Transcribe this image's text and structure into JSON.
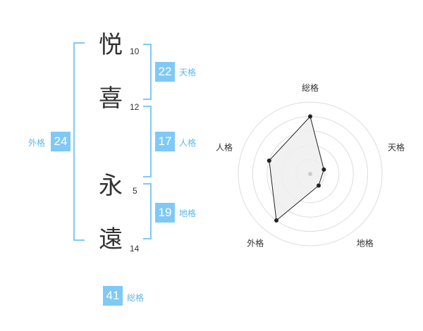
{
  "name_chars": [
    {
      "char": "悦",
      "strokes": "10"
    },
    {
      "char": "喜",
      "strokes": "12"
    },
    {
      "char": "永",
      "strokes": "5"
    },
    {
      "char": "遠",
      "strokes": "14"
    }
  ],
  "kaku": {
    "tenkaku": {
      "value": "22",
      "label": "天格"
    },
    "jinkaku": {
      "value": "17",
      "label": "人格"
    },
    "chikaku": {
      "value": "19",
      "label": "地格"
    },
    "gaikaku": {
      "value": "24",
      "label": "外格"
    },
    "soukaku": {
      "value": "41",
      "label": "総格"
    }
  },
  "colors": {
    "accent": "#7fc9f6",
    "label": "#5bb8ee",
    "text": "#333333"
  },
  "chart_data": {
    "type": "radar",
    "axes": [
      "総格",
      "天格",
      "地格",
      "外格",
      "人格"
    ],
    "values": [
      4,
      1,
      1,
      4,
      3
    ],
    "max": 5,
    "rings": 5,
    "fill": "#eeeeee",
    "stroke": "#222222"
  }
}
